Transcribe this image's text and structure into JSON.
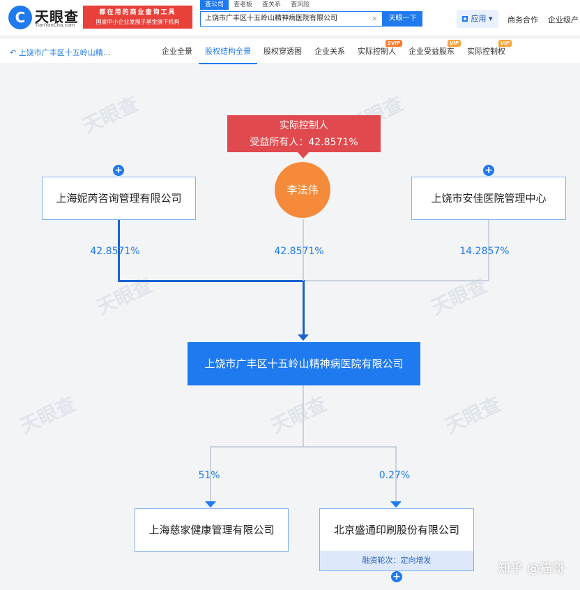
{
  "header": {
    "logo_icon": "tianyancha-logo-icon",
    "logo_name": "天眼查",
    "logo_domain": "TianYanCha.com",
    "promo_line1": "都在用的商业查询工具",
    "promo_line2": "国家中小企业发展子基金旗下机构",
    "search_tabs": [
      "查公司",
      "查老板",
      "查关系",
      "查风险"
    ],
    "search_value": "上饶市广丰区十五岭山精神病医院有限公司",
    "search_clear": "×",
    "search_button": "天眼一下",
    "apps_label": "应用",
    "link_business": "商务合作",
    "link_enterprise": "企业级产"
  },
  "subnav": {
    "breadcrumb": "上饶市广丰区十五岭山精…",
    "tabs": [
      {
        "label": "企业全景"
      },
      {
        "label": "股权结构全景"
      },
      {
        "label": "股权穿透图"
      },
      {
        "label": "企业关系"
      },
      {
        "label": "实际控制人",
        "badge": "SVIP"
      },
      {
        "label": "企业受益股东",
        "badge": "VIP"
      },
      {
        "label": "实际控制权",
        "badge": "VIP"
      }
    ]
  },
  "diagram": {
    "controller_title": "实际控制人",
    "controller_detail": "受益所有人：42.8571%",
    "shareholders": [
      {
        "name": "上海妮芮咨询管理有限公司",
        "pct": "42.8571%"
      },
      {
        "name": "李法伟",
        "pct": "42.8571%"
      },
      {
        "name": "上饶市安佳医院管理中心",
        "pct": "14.2857%"
      }
    ],
    "company": "上饶市广丰区十五岭山精神病医院有限公司",
    "investments": [
      {
        "name": "上海慈家健康管理有限公司",
        "pct": "51%"
      },
      {
        "name": "北京盛通印刷股份有限公司",
        "pct": "0.27%",
        "info": "融资轮次：定向增发"
      }
    ],
    "plus": "+",
    "watermark": "天眼查"
  },
  "footer_watermark": "知乎 @猫哥",
  "colors": {
    "accent": "#1f7aef",
    "controller": "#e0494d",
    "person": "#f58b3a"
  }
}
